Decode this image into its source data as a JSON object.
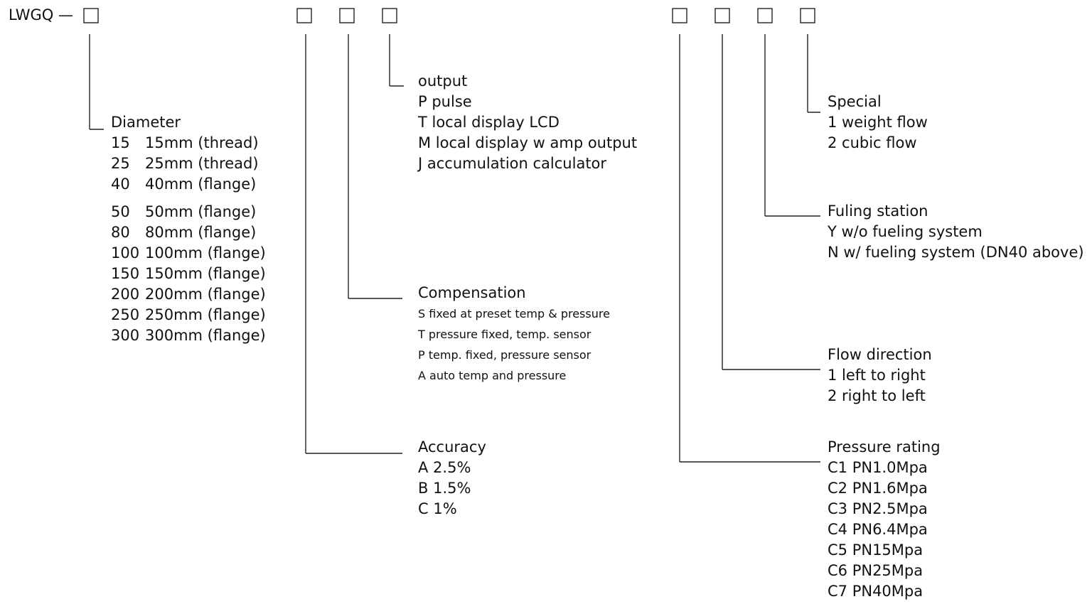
{
  "prefix": "LWGQ —",
  "diameter": {
    "title": "Diameter",
    "rows_a": [
      {
        "code": "15",
        "desc": "15mm (thread)"
      },
      {
        "code": "25",
        "desc": "25mm (thread)"
      },
      {
        "code": "40",
        "desc": "40mm (flange)"
      }
    ],
    "rows_b": [
      {
        "code": "50",
        "desc": "50mm (flange)"
      },
      {
        "code": "80",
        "desc": "80mm (flange)"
      },
      {
        "code": "100",
        "desc": "100mm (flange)"
      },
      {
        "code": "150",
        "desc": "150mm (flange)"
      },
      {
        "code": "200",
        "desc": "200mm (flange)"
      },
      {
        "code": "250",
        "desc": "250mm (flange)"
      },
      {
        "code": "300",
        "desc": "300mm (flange)"
      }
    ]
  },
  "output": {
    "title": "output",
    "lines": [
      "P pulse",
      "T local display LCD",
      "M local display w amp output",
      "J  accumulation calculator"
    ]
  },
  "compensation": {
    "title": "Compensation",
    "lines": [
      "S  fixed at preset temp & pressure",
      "T pressure fixed, temp. sensor",
      "P temp. fixed, pressure sensor",
      "A auto temp and pressure"
    ]
  },
  "accuracy": {
    "title": "Accuracy",
    "lines": [
      "A  2.5%",
      "B 1.5%",
      "C 1%"
    ]
  },
  "special": {
    "title": "Special",
    "lines": [
      "1  weight flow",
      "2  cubic flow"
    ]
  },
  "fueling": {
    "title": "Fuling station",
    "lines": [
      "Y w/o fueling system",
      "N w/ fueling system (DN40 above)"
    ]
  },
  "flow_direction": {
    "title": "Flow direction",
    "lines": [
      "1 left to right",
      "2 right to left"
    ]
  },
  "pressure": {
    "title": "Pressure rating",
    "lines": [
      "C1 PN1.0Mpa",
      "C2 PN1.6Mpa",
      "C3 PN2.5Mpa",
      "C4 PN6.4Mpa",
      "C5 PN15Mpa",
      "C6 PN25Mpa",
      "C7 PN40Mpa"
    ]
  }
}
